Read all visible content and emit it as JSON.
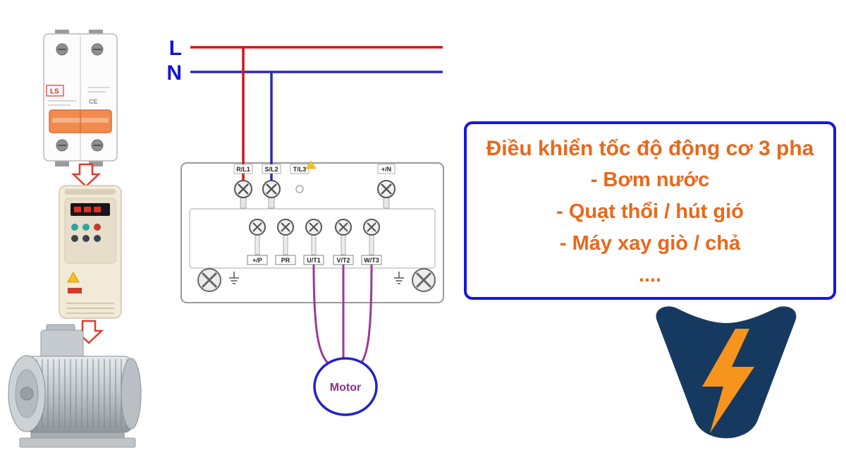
{
  "power": {
    "line_label": "L",
    "neutral_label": "N"
  },
  "vfd_terminals": {
    "top": [
      "R/L1",
      "S/L2",
      "T/L3",
      "+/N"
    ],
    "bottom": [
      "+/P",
      "PR",
      "U/T1",
      "V/T2",
      "W/T3"
    ]
  },
  "motor": {
    "label": "Motor"
  },
  "breaker": {
    "brand": "LS",
    "ce_mark": "CE"
  },
  "info_box": {
    "lines": [
      "Điều khiển tốc độ động cơ 3 pha",
      "- Bơm nước",
      "- Quạt thổi / hút gió",
      "- Máy xay giò / chả",
      "...."
    ]
  },
  "colors": {
    "line_wire": "#d01616",
    "neutral_wire": "#2b2bb0",
    "motor_wire": "#9a3a9a",
    "motor_ring": "#2323c8",
    "info_text": "#e8681c",
    "info_border": "#1717dd",
    "logo_navy": "#16395f",
    "logo_bolt": "#f7941d"
  }
}
